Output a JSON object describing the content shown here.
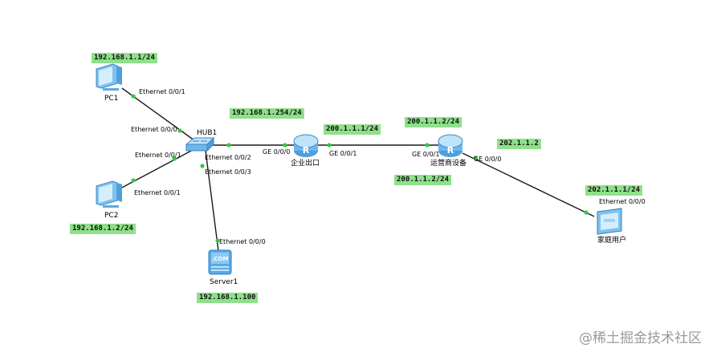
{
  "devices": {
    "pc1": {
      "name": "PC1"
    },
    "pc2": {
      "name": "PC2"
    },
    "hub": {
      "name": "HUB1"
    },
    "server": {
      "name": "Server1",
      "screen_text": ".COM"
    },
    "r1": {
      "name": "企业出口",
      "icon_letter": "R"
    },
    "r2": {
      "name": "运营商设备",
      "icon_letter": "R"
    },
    "home": {
      "name": "家庭用户"
    }
  },
  "ip_labels": {
    "pc1": "192.168.1.1/24",
    "pc2": "192.168.1.2/24",
    "server": "192.168.1.100",
    "r1_lan": "192.168.1.254/24",
    "r1_wan": "200.1.1.1/24",
    "r2_wan_top": "200.1.1.2/24",
    "r2_wan_bottom": "200.1.1.2/24",
    "r2_home": "202.1.1.2",
    "home": "202.1.1.1/24"
  },
  "ports": {
    "pc1_port": "Ethernet 0/0/1",
    "hub_p0": "Ethernet 0/0/0",
    "hub_p1": "Ethernet 0/0/1",
    "pc2_port": "Ethernet 0/0/1",
    "hub_p2": "Ethernet 0/0/2",
    "hub_p3": "Ethernet 0/0/3",
    "server_port": "Ethernet 0/0/0",
    "r1_g0": "GE 0/0/0",
    "r1_g1": "GE 0/0/1",
    "r2_g1": "GE 0/0/1",
    "r2_g0": "GE 0/0/0",
    "home_port": "Ethernet 0/0/0"
  },
  "watermark": "@稀土掘金技术社区",
  "colors": {
    "link": "#1a1a1a",
    "endpoint": "#2ecc40",
    "ip_bg": "#8fe08a",
    "device_blue": "#5aa9e6"
  }
}
